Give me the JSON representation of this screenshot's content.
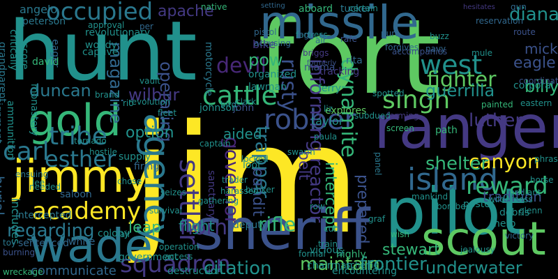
{
  "background": "#000000",
  "palette": [
    "#fde725",
    "#5ec962",
    "#35b779",
    "#21918c",
    "#2a788e",
    "#31688e",
    "#3b528b",
    "#443983",
    "#482878",
    "#440154"
  ],
  "words": [
    "jim",
    "fort",
    "hunt",
    "missile",
    "ranger",
    "sheriff",
    "pilot",
    "jimmy",
    "wade",
    "scout",
    "gold",
    "occupied",
    "academy",
    "agency",
    "robber",
    "carl",
    "settler",
    "esther",
    "island",
    "tribe",
    "cattle",
    "squadron",
    "reward",
    "singh",
    "west",
    "fighter",
    "horn",
    "rifle",
    "canyon",
    "guerrilla",
    "dynamite",
    "rusty",
    "informing",
    "devil",
    "apache",
    "diana",
    "eagle",
    "billy",
    "mick",
    "pow",
    "regarding",
    "citation",
    "maintain",
    "frontier",
    "underwater",
    "communicate",
    "stewart",
    "reactor",
    "intercept",
    "prepared",
    "governor",
    "trapper",
    "bandit",
    "belt",
    "shelter",
    "luther",
    "duncan",
    "magazine",
    "operating",
    "wilbur",
    "option",
    "aided",
    "flight",
    "leap",
    "monastery",
    "burial",
    "includes",
    "tradition",
    "bike",
    "taylor",
    "organized",
    "debris",
    "poster",
    "aboard",
    "tucker",
    "angelo",
    "peterson",
    "captive",
    "colony",
    "johnson",
    "deputy",
    "motorcycle",
    "corporal",
    "ferry",
    "explores",
    "tracking",
    "rita",
    "lawman",
    "mama",
    "loot",
    "sanctuary",
    "government",
    "access",
    "destruction",
    "wreckage",
    "sentenced",
    "burning",
    "intercepted",
    "saloon",
    "white",
    "chairman",
    "highly",
    "encountering",
    "vicious",
    "formal",
    "train",
    "cub",
    "row",
    "graf",
    "wish",
    "path",
    "revolutionary",
    "woody",
    "eager",
    "approval",
    "score",
    "david",
    "critically",
    "grandparent",
    "assignment",
    "ammunition",
    "native",
    "setting",
    "certain",
    "gun",
    "hesitates",
    "reservation",
    "mule",
    "buzz",
    "navy",
    "route",
    "eastern",
    "coordinate",
    "painted",
    "spotted",
    "forming",
    "screen",
    "liz",
    "subdued",
    "paula",
    "swarm",
    "locked",
    "bird",
    "clark",
    "john",
    "per",
    "fortress",
    "accusing",
    "pistol",
    "rafe",
    "pure",
    "forgives",
    "accompanies",
    "formerly",
    "briggs",
    "panel",
    "firing",
    "chose",
    "brand",
    "hostile",
    "tornado",
    "supply",
    "fleet",
    "revolution",
    "vault",
    "rio",
    "captain",
    "trader",
    "harassed",
    "bunker",
    "gathering",
    "seizes",
    "survival",
    "mankind",
    "jealousy",
    "hero",
    "victory",
    "wilderness",
    "bomber",
    "glenn",
    "phrase",
    "brilliant",
    "horse",
    "needed",
    "lee",
    "egg",
    "air",
    "air",
    "ensuing",
    "toy",
    "operation",
    "scheme",
    "sr",
    "pan"
  ]
}
